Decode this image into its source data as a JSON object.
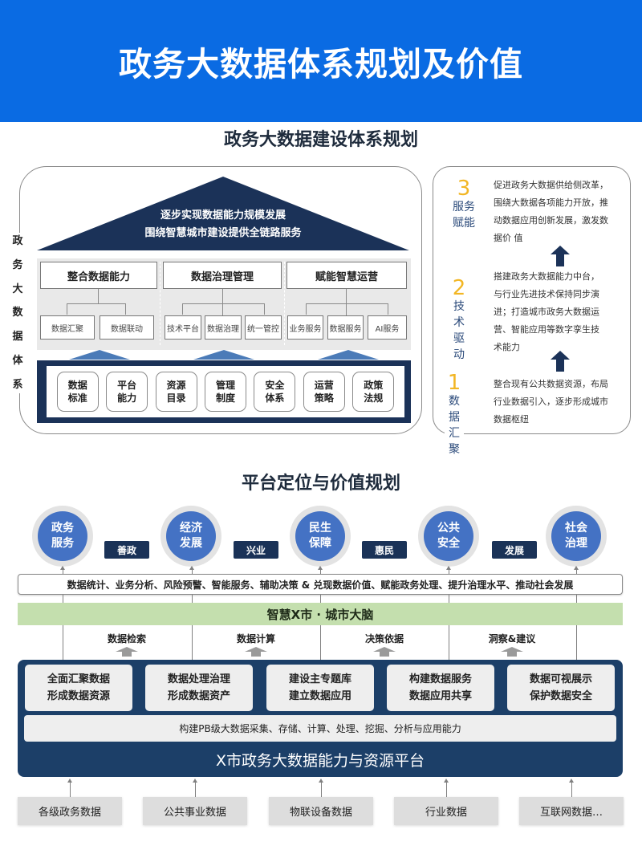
{
  "header": {
    "title": "政务大数据体系规划及价值"
  },
  "section1": {
    "title": "政务大数据建设体系规划",
    "side_label": [
      "政",
      "务",
      "大",
      "数",
      "据",
      "体",
      "系"
    ],
    "roof": {
      "line1": "逐步实现数据能力规模发展",
      "line2": "围绕智慧城市建设提供全链路服务"
    },
    "pillars": [
      {
        "title": "整合数据能力",
        "items": [
          "数据汇聚",
          "数据联动"
        ]
      },
      {
        "title": "数据治理管理",
        "items": [
          "技术平台",
          "数据治理",
          "统一管控"
        ]
      },
      {
        "title": "赋能智慧运营",
        "items": [
          "业务服务",
          "数据服务",
          "AI服务"
        ]
      }
    ],
    "foundation": [
      {
        "l1": "数据",
        "l2": "标准"
      },
      {
        "l1": "平台",
        "l2": "能力"
      },
      {
        "l1": "资源",
        "l2": "目录"
      },
      {
        "l1": "管理",
        "l2": "制度"
      },
      {
        "l1": "安全",
        "l2": "体系"
      },
      {
        "l1": "运营",
        "l2": "策略"
      },
      {
        "l1": "政策",
        "l2": "法规"
      }
    ],
    "stages": [
      {
        "num": "3",
        "label_lines": [
          "服务",
          "赋能"
        ],
        "desc_lines": [
          "促进政务大数据供给侧改革，",
          "围绕大数据各项能力开放，推",
          "动数据应用创新发展，激发数",
          "据价 值"
        ]
      },
      {
        "num": "2",
        "label_lines": [
          "技",
          "术",
          "驱",
          "动"
        ],
        "desc_lines": [
          "搭建政务大数据能力中台，",
          "与行业先进技术保持同步演",
          "进；打造城市政务大数据运",
          "营、智能应用等数字孪生技",
          "术能力"
        ]
      },
      {
        "num": "1",
        "label_lines": [
          "数",
          "据",
          "汇",
          "聚"
        ],
        "desc_lines": [
          "整合现有公共数据资源，布局",
          "行业数据引入，逐步形成城市",
          "数据枢纽"
        ]
      }
    ]
  },
  "section2": {
    "title": "平台定位与价值规划",
    "values": [
      {
        "l1": "政务",
        "l2": "服务"
      },
      {
        "l1": "经济",
        "l2": "发展"
      },
      {
        "l1": "民生",
        "l2": "保障"
      },
      {
        "l1": "公共",
        "l2": "安全"
      },
      {
        "l1": "社会",
        "l2": "治理"
      }
    ],
    "tags": [
      "善政",
      "兴业",
      "惠民",
      "发展"
    ],
    "value_bar": "数据统计、业务分析、风险预警、智能服务、辅助决策 & 兑现数据价值、赋能政务处理、提升治理水平、推动社会发展",
    "brain_bar": "智慧X市 · 城市大脑",
    "flows": [
      "数据检索",
      "数据计算",
      "决策依据",
      "洞察&建议"
    ],
    "platform": {
      "boxes": [
        {
          "l1": "全面汇聚数据",
          "l2": "形成数据资源"
        },
        {
          "l1": "数据处理治理",
          "l2": "形成数据资产"
        },
        {
          "l1": "建设主专题库",
          "l2": "建立数据应用"
        },
        {
          "l1": "构建数据服务",
          "l2": "数据应用共享"
        },
        {
          "l1": "数据可视展示",
          "l2": "保护数据安全"
        }
      ],
      "capability": "构建PB级大数据采集、存储、计算、处理、挖掘、分析与应用能力",
      "title": "X市政务大数据能力与资源平台"
    },
    "sources": [
      "各级政务数据",
      "公共事业数据",
      "物联设备数据",
      "行业数据",
      "互联网数据…"
    ]
  },
  "colors": {
    "header_blue": "#0a6be3",
    "navy": "#1b3258",
    "circle_blue": "#4472c4",
    "accent_gold": "#f2b624",
    "brain_green": "#c4dfae",
    "platform_blue": "#1c3f68"
  }
}
